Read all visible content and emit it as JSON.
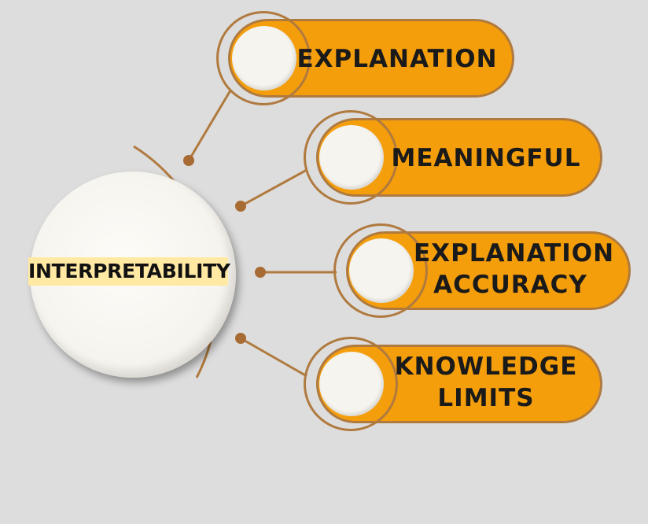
{
  "center": {
    "label": "INTERPRETABILITY"
  },
  "branches": [
    {
      "label": "EXPLANATION"
    },
    {
      "label": "MEANINGFUL"
    },
    {
      "label_line1": "EXPLANATION",
      "label_line2": "ACCURACY"
    },
    {
      "label_line1": "KNOWLEDGE",
      "label_line2": "LIMITS"
    }
  ],
  "colors": {
    "background": "#dddddd",
    "pill_fill": "#f59e0b",
    "outline": "#b07a3f",
    "knob": "#f6f4ee",
    "center_label_bg": "#ffe9a3"
  }
}
